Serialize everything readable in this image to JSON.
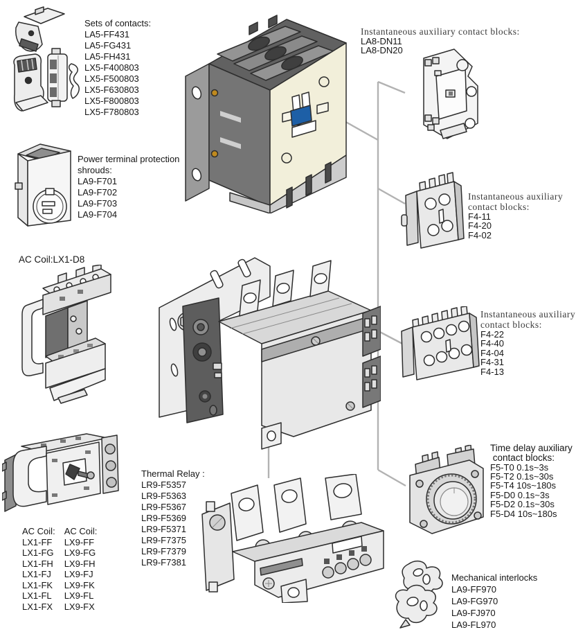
{
  "colors": {
    "accent_blue": "#1d5fa6",
    "callout_line": "#b2b2b2",
    "ink": "#151515",
    "serif_head": "#3a3a3a"
  },
  "labels": {
    "sets_of_contacts": {
      "title": "Sets of contacts:",
      "items": [
        "LA5-FF431",
        "LA5-FG431",
        "LA5-FH431",
        "LX5-F400803",
        "LX5-F500803",
        "LX5-F630803",
        "LX5-F800803",
        "LX5-F780803"
      ]
    },
    "shrouds": {
      "title_line1": "Power terminal protection",
      "title_line2": "shrouds:",
      "items": [
        "LA9-F701",
        "LA9-F702",
        "LA9-F703",
        "LA9-F704"
      ]
    },
    "ac_coil_caption": "AC Coil:LX1-D8",
    "coil_col_left": {
      "header": "AC Coil:",
      "items": [
        "LX1-FF",
        "LX1-FG",
        "LX1-FH",
        "LX1-FJ",
        "LX1-FK",
        "LX1-FL",
        "LX1-FX"
      ]
    },
    "coil_col_right": {
      "header": "AC Coil:",
      "items": [
        "LX9-FF",
        "LX9-FG",
        "LX9-FH",
        "LX9-FJ",
        "LX9-FK",
        "LX9-FL",
        "LX9-FX"
      ]
    },
    "thermal_relay": {
      "title": "Thermal Relay :",
      "items": [
        "LR9-F5357",
        "LR9-F5363",
        "LR9-F5367",
        "LR9-F5369",
        "LR9-F5371",
        "LR9-F7375",
        "LR9-F7379",
        "LR9-F7381"
      ]
    },
    "aux_block_top": {
      "title": "Instantaneous auxiliary contact blocks:",
      "items": [
        "LA8-DN11",
        "LA8-DN20"
      ]
    },
    "aux_block_mid": {
      "title_line1": "Instantaneous auxiliary",
      "title_line2": "contact blocks:",
      "items": [
        "F4-11",
        "F4-20",
        "F4-02"
      ]
    },
    "aux_block_low": {
      "title_line1": "Instantaneous auxiliary",
      "title_line2": "contact blocks:",
      "items": [
        "F4-22",
        "F4-40",
        "F4-04",
        "F4-31",
        "F4-13"
      ]
    },
    "time_delay": {
      "title_line1": "Time delay auxiliary",
      "title_line2": " contact blocks:",
      "items": [
        "F5-T0 0.1s~3s",
        "F5-T2 0.1s~30s",
        "F5-T4 10s~180s",
        "F5-D0 0.1s~3s",
        "F5-D2 0.1s~30s",
        "F5-D4 10s~180s"
      ]
    },
    "interlocks": {
      "title": "Mechanical interlocks",
      "items": [
        "LA9-FF970",
        "LA9-FG970",
        "LA9-FJ970",
        "LA9-FL970"
      ]
    }
  }
}
